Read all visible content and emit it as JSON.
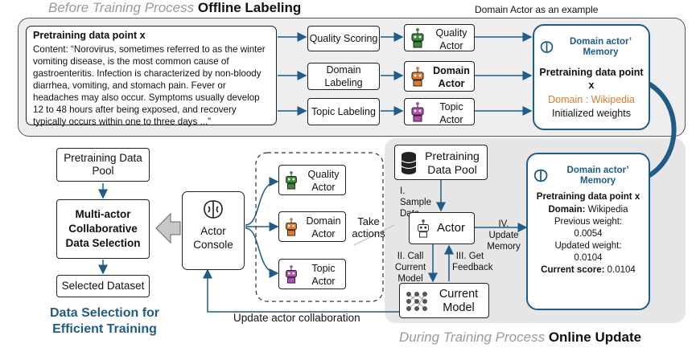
{
  "top": {
    "heading_italic": "Before Training Process",
    "heading_bold": "Offline Labeling",
    "example_note": "Domain Actor as an example",
    "data_point": {
      "title": "Pretraining data point x",
      "content": "Content: “Norovirus, sometimes referred to as the winter vomiting disease, is the most common cause of gastroenteritis. Infection is characterized by non-bloody diarrhea, vomiting, and stomach pain. Fever or headaches may also occur. Symptoms usually develop 12 to 48 hours after being exposed, and recovery typically occurs within one to three days ...”"
    },
    "steps": [
      {
        "label": "Quality Scoring",
        "actor": "Quality Actor",
        "actor_bold": false,
        "color": "#3a8a3a"
      },
      {
        "label": "Domain Labeling",
        "actor": "Domain Actor",
        "actor_bold": true,
        "color": "#e07a2c"
      },
      {
        "label": "Topic Labeling",
        "actor": "Topic Actor",
        "actor_bold": false,
        "color": "#b04fb0"
      }
    ],
    "memory": {
      "title": "Domain actor’ Memory",
      "point": "Pretraining data point x",
      "domain": "Domain : Wikipedia",
      "weights": "Initialized weights"
    }
  },
  "left": {
    "pool": "Pretraining Data Pool",
    "selection": "Multi-actor Collaborative Data Selection",
    "dataset": "Selected Dataset",
    "caption": "Data Selection for Efficient Training"
  },
  "middle": {
    "actors": [
      {
        "label": "Quality Actor",
        "color": "#3a8a3a"
      },
      {
        "label": "Domain Actor",
        "color": "#e07a2c"
      },
      {
        "label": "Topic Actor",
        "color": "#b04fb0"
      }
    ],
    "console": "Actor Console",
    "take_actions": "Take actions",
    "update_collab": "Update actor collaboration"
  },
  "bottom": {
    "heading_italic": "During Training Process",
    "heading_bold": "Online Update",
    "pool": "Pretraining Data Pool",
    "actor": "Actor",
    "model": "Current Model",
    "step1": "I. Sample Data",
    "step2": "II. Call Current Model",
    "step3": "III. Get Feedback",
    "step4": "IV. Update Memory",
    "memory": {
      "title": "Domain actor’ Memory",
      "point": "Pretraining data point x",
      "domain_label": "Domain:",
      "domain_value": "Wikipedia",
      "prev_label": "Previous weight:",
      "prev_value": "0.0054",
      "upd_label": "Updated weight:",
      "upd_value": "0.0104",
      "score_label": "Current score:",
      "score_value": "0.0104"
    }
  }
}
